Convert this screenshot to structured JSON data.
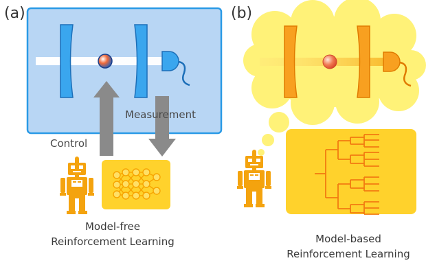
{
  "panels": {
    "left_label": "(a)",
    "right_label": "(b)"
  },
  "labels": {
    "control": "Control",
    "measurement": "Measurement"
  },
  "captions": {
    "left_line1": "Model-free",
    "left_line2": "Reinforcement Learning",
    "right_line1": "Model-based",
    "right_line2": "Reinforcement Learning"
  },
  "colors": {
    "lab_box_fill": "#b8d6f4",
    "lab_box_stroke": "#2a9ae6",
    "mirror_blue": "#3aa6ee",
    "cloud_yellow": "#fff278",
    "agent_box": "#ffd22c",
    "robot_orange": "#f4a30e",
    "arrow_gray": "#8a8a8a",
    "tree_orange": "#f27a10",
    "mirror_orange": "#f8a020"
  },
  "icons": {
    "robot": "robot-icon",
    "neural_net": "neural-network-icon",
    "tree": "decision-tree-icon",
    "detector": "photodetector-icon",
    "atom": "atom-icon"
  }
}
